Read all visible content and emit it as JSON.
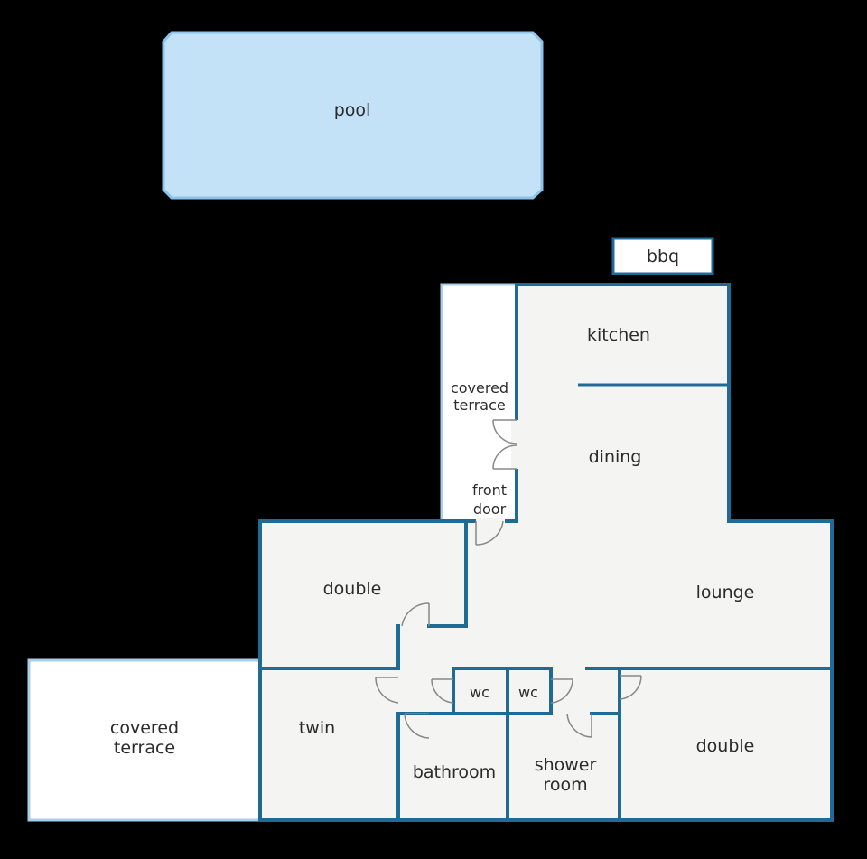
{
  "labels": {
    "pool": "pool",
    "bbq": "bbq",
    "kitchen": "kitchen",
    "covered_terrace_top_line1": "covered",
    "covered_terrace_top_line2": "terrace",
    "dining": "dining",
    "front_door_line1": "front",
    "front_door_line2": "door",
    "double_left": "double",
    "lounge": "lounge",
    "wc_left": "wc",
    "wc_right": "wc",
    "twin": "twin",
    "bathroom": "bathroom",
    "shower_room_line1": "shower",
    "shower_room_line2": "room",
    "double_right": "double",
    "covered_terrace_left_line1": "covered",
    "covered_terrace_left_line2": "terrace"
  },
  "colors": {
    "background": "#000000",
    "floor": "#f4f4f2",
    "wall": "#1f6b96",
    "pool_fill": "#c4e2f7",
    "pool_stroke": "#8cc3ea",
    "terrace_fill": "#ffffff",
    "terrace_stroke": "#a9cfe8"
  }
}
